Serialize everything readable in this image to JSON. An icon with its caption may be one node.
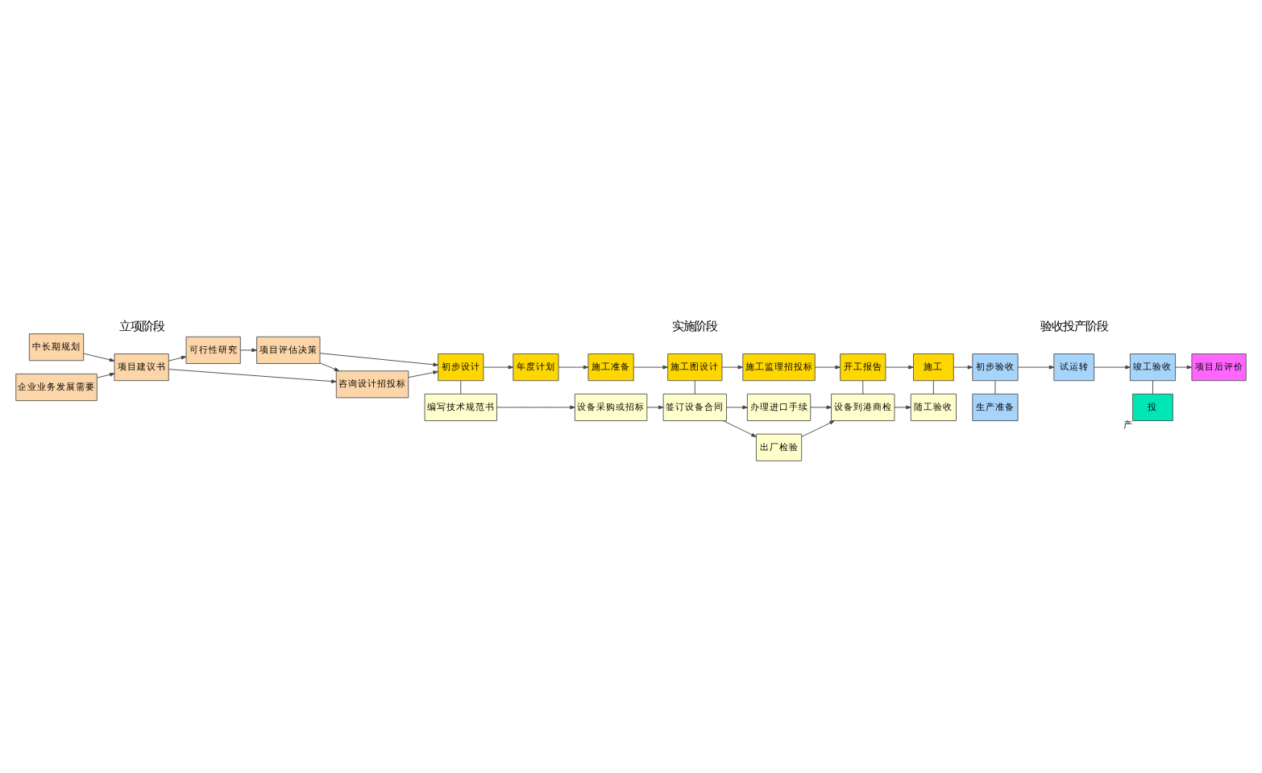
{
  "diagram": {
    "nodes": [
      {
        "text": [
          "中长期规划"
        ]
      },
      {
        "text": [
          "企业业务发展需要"
        ]
      },
      {
        "text": [
          "项目建议书"
        ]
      },
      {
        "text": [
          "可行性研究"
        ]
      },
      {
        "text": [
          "项目评估决策"
        ]
      },
      {
        "text": [
          "咨询设计招投标"
        ]
      },
      {
        "text": [
          "初步设计"
        ]
      },
      {
        "text": [
          "年度计划"
        ]
      },
      {
        "text": [
          "施工准备"
        ]
      },
      {
        "text": [
          "施工图设计"
        ]
      },
      {
        "text": [
          "施工监理招投标"
        ]
      },
      {
        "text": [
          "开工报告"
        ]
      },
      {
        "text": [
          "施工"
        ]
      },
      {
        "text": [
          "编写技术规范书"
        ]
      },
      {
        "text": [
          "设备采购或招标"
        ]
      },
      {
        "text": [
          "签订设备合同"
        ]
      },
      {
        "text": [
          "办理进口手续"
        ]
      },
      {
        "text": [
          "出厂检验"
        ]
      },
      {
        "text": [
          "设备到港商检"
        ]
      },
      {
        "text": [
          "随工验收"
        ]
      },
      {
        "text": [
          "初步验收"
        ]
      },
      {
        "text": [
          "试运转"
        ]
      },
      {
        "text": [
          "竣工验收"
        ]
      },
      {
        "text": [
          "项目后评价"
        ]
      },
      {
        "text": [
          "生产准备"
        ]
      },
      {
        "text": [
          "投"
        ],
        "beside": [
          "产"
        ]
      }
    ],
    "edges": [
      {
        "from": 0,
        "to": 2,
        "arrow": "to"
      },
      {
        "from": 1,
        "to": 2,
        "arrow": "to"
      },
      {
        "from": 2,
        "to": 3,
        "arrow": "to"
      },
      {
        "from": 3,
        "to": 4,
        "arrow": "to"
      },
      {
        "from": 2,
        "to": 5,
        "arrow": "to"
      },
      {
        "from": 4,
        "to": 5,
        "arrow": "to"
      },
      {
        "from": 4,
        "to": 6,
        "arrow": "to"
      },
      {
        "from": 5,
        "to": 6,
        "arrow": "to"
      },
      {
        "from": 6,
        "to": 7,
        "arrow": "to"
      },
      {
        "from": 7,
        "to": 8,
        "arrow": "to"
      },
      {
        "from": 8,
        "to": 9,
        "arrow": "to"
      },
      {
        "from": 9,
        "to": 10,
        "arrow": "to"
      },
      {
        "from": 10,
        "to": 11,
        "arrow": "to"
      },
      {
        "from": 11,
        "to": 12,
        "arrow": "to"
      },
      {
        "from": 6,
        "to": 13,
        "arrow": "none"
      },
      {
        "from": 13,
        "to": 14,
        "arrow": "to"
      },
      {
        "from": 14,
        "to": 15,
        "arrow": "to"
      },
      {
        "from": 9,
        "to": 15,
        "arrow": "none"
      },
      {
        "from": 15,
        "to": 16,
        "arrow": "to"
      },
      {
        "from": 15,
        "to": 17,
        "arrow": "to"
      },
      {
        "from": 16,
        "to": 18,
        "arrow": "to"
      },
      {
        "from": 17,
        "to": 18,
        "arrow": "to"
      },
      {
        "from": 11,
        "to": 18,
        "arrow": "none"
      },
      {
        "from": 18,
        "to": 19,
        "arrow": "to"
      },
      {
        "from": 12,
        "to": 19,
        "arrow": "none"
      },
      {
        "from": 12,
        "to": 20,
        "arrow": "to"
      },
      {
        "from": 20,
        "to": 21,
        "arrow": "to"
      },
      {
        "from": 21,
        "to": 22,
        "arrow": "to"
      },
      {
        "from": 22,
        "to": 23,
        "arrow": "to"
      },
      {
        "from": 20,
        "to": 24,
        "arrow": "none"
      },
      {
        "from": 22,
        "to": 25,
        "arrow": "none"
      }
    ],
    "labels": [
      "立项阶段",
      "实施阶段",
      "验收投产阶段"
    ]
  }
}
